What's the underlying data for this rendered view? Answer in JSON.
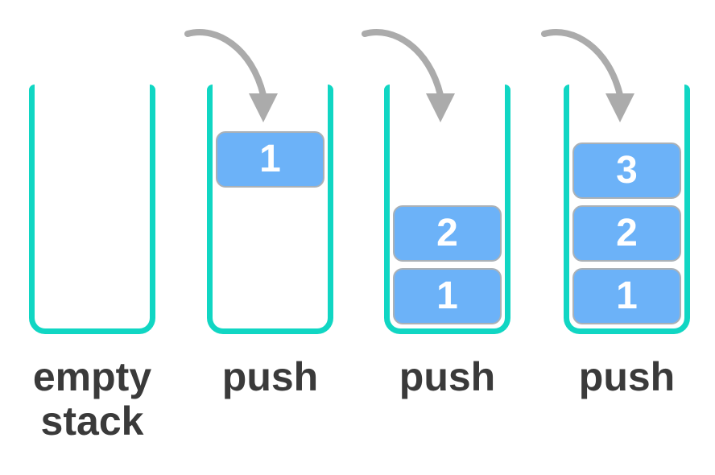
{
  "diagram": {
    "type": "stack-push-illustration",
    "colors": {
      "background": "#ffffff",
      "container_outline": "#10d6c3",
      "block_fill": "#6cb2f8",
      "block_border": "#aab1b7",
      "block_text": "#ffffff",
      "arrow": "#ababab",
      "label_text": "#3a3a3a"
    },
    "stacks": [
      {
        "label": "empty stack",
        "arrow": false,
        "blocks": []
      },
      {
        "label": "push",
        "arrow": true,
        "blocks": [
          {
            "value": "1"
          }
        ]
      },
      {
        "label": "push",
        "arrow": true,
        "blocks": [
          {
            "value": "2"
          },
          {
            "value": "1"
          }
        ]
      },
      {
        "label": "push",
        "arrow": true,
        "blocks": [
          {
            "value": "3"
          },
          {
            "value": "2"
          },
          {
            "value": "1"
          }
        ]
      }
    ]
  }
}
